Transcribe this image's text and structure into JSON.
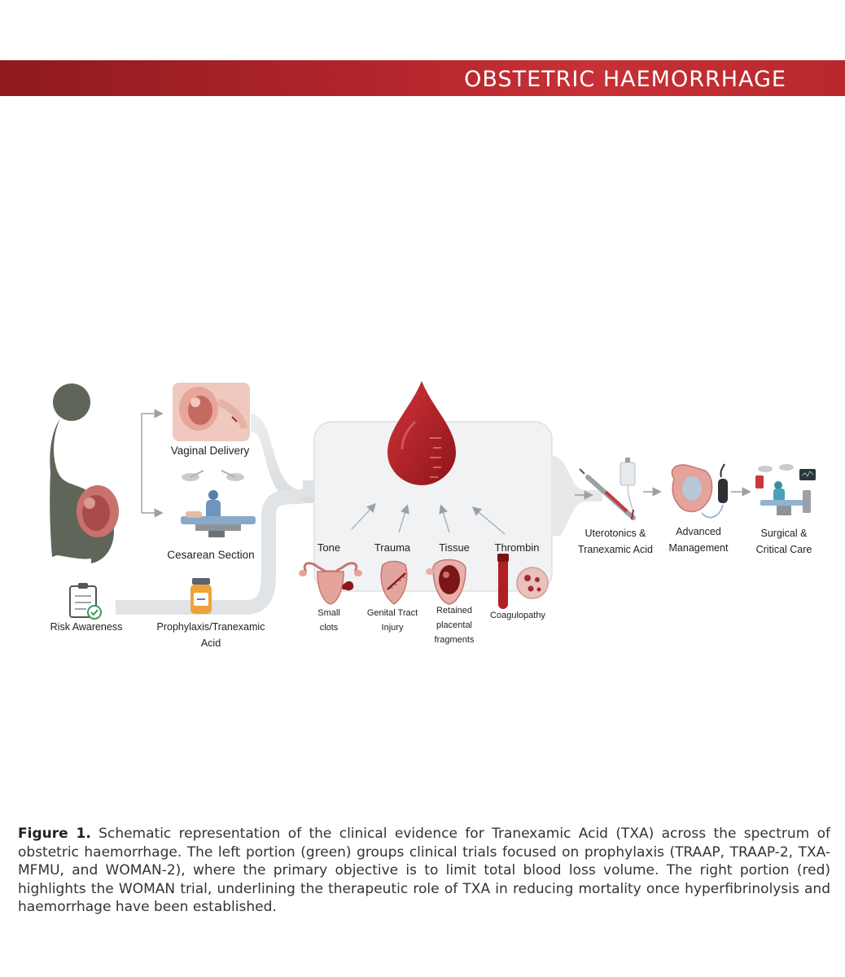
{
  "header": {
    "title": "OBSTETRIC HAEMORRHAGE"
  },
  "diagram": {
    "delivery": {
      "vaginal": "Vaginal Delivery",
      "cesarean": "Cesarean Section"
    },
    "prevention": {
      "risk": "Risk Awareness",
      "prophylaxis_line1": "Prophylaxis/Tranexamic",
      "prophylaxis_line2": "Acid"
    },
    "causes": [
      {
        "title": "Tone",
        "line1": "Small",
        "line2": "clots",
        "line3": ""
      },
      {
        "title": "Trauma",
        "line1": "Genital Tract",
        "line2": "Injury",
        "line3": ""
      },
      {
        "title": "Tissue",
        "line1": "Retained",
        "line2": "placental",
        "line3": "fragments"
      },
      {
        "title": "Thrombin",
        "line1": "Coagulopathy",
        "line2": "",
        "line3": ""
      }
    ],
    "management": [
      {
        "line1": "Uterotonics &",
        "line2": "Tranexamic Acid"
      },
      {
        "line1": "Advanced",
        "line2": "Management"
      },
      {
        "line1": "Surgical &",
        "line2": "Critical Care"
      }
    ]
  },
  "caption": {
    "label": "Figure 1.",
    "text": " Schematic representation of the clinical evidence for Tranexamic Acid (TXA) across the spectrum of obstetric haemorrhage. The left portion (green) groups clinical trials focused on prophylaxis (TRAAP, TRAAP-2, TXA-MFMU, and WOMAN-2), where the primary objective is to limit total blood loss volume. The right portion (red) highlights the WOMAN trial, underlining the therapeutic role of TXA in reducing mortality once hyperfibrinolysis and haemorrhage have been established."
  },
  "colors": {
    "header_red": "#b3262b",
    "blood_red": "#b01f24",
    "silhouette": "#5f6659"
  }
}
